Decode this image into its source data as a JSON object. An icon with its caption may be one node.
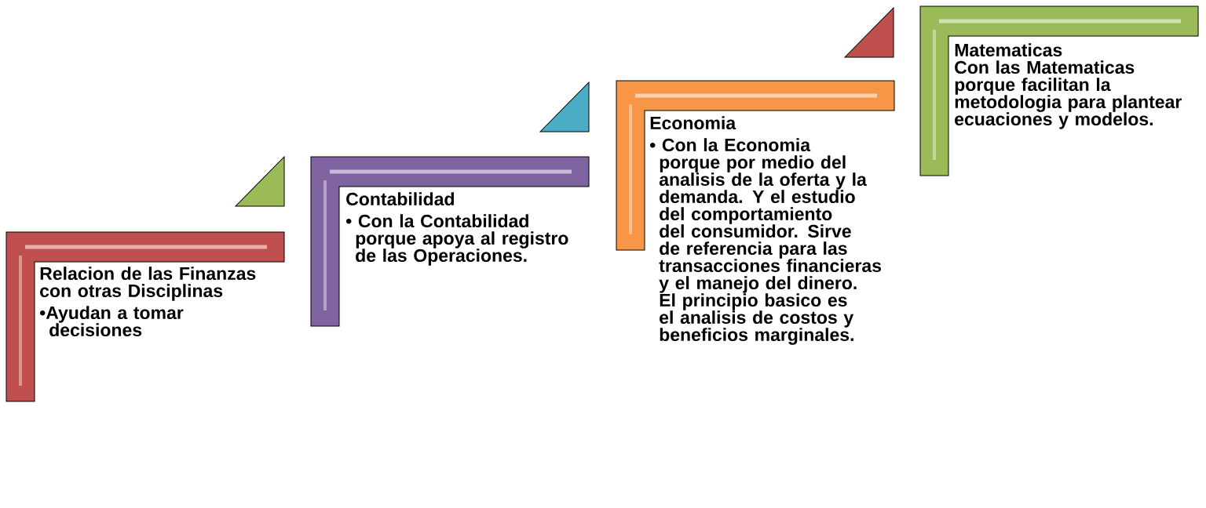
{
  "diagram": {
    "nodes": [
      {
        "text": [
          "Relacion de las Finanzas con otras Disciplinas",
          "•Ayudan a tomar decisiones"
        ]
      },
      {
        "text": [
          "Contabilidad",
          "• Con la Contabilidad porque apoya al registro de las Operaciones."
        ]
      },
      {
        "text": [
          "Economia",
          "• Con la Economia porque por medio del analisis de la oferta y la demanda. Y el estudio del comportamiento del consumidor. Sirve de referencia para las transacciones financieras y el manejo del dinero. El principio basico es el analisis de costos y beneficios marginales."
        ]
      },
      {
        "text": [
          "Matematicas",
          "Con las Matematicas porque facilitan la metodologia para plantear ecuaciones y modelos."
        ]
      }
    ]
  }
}
